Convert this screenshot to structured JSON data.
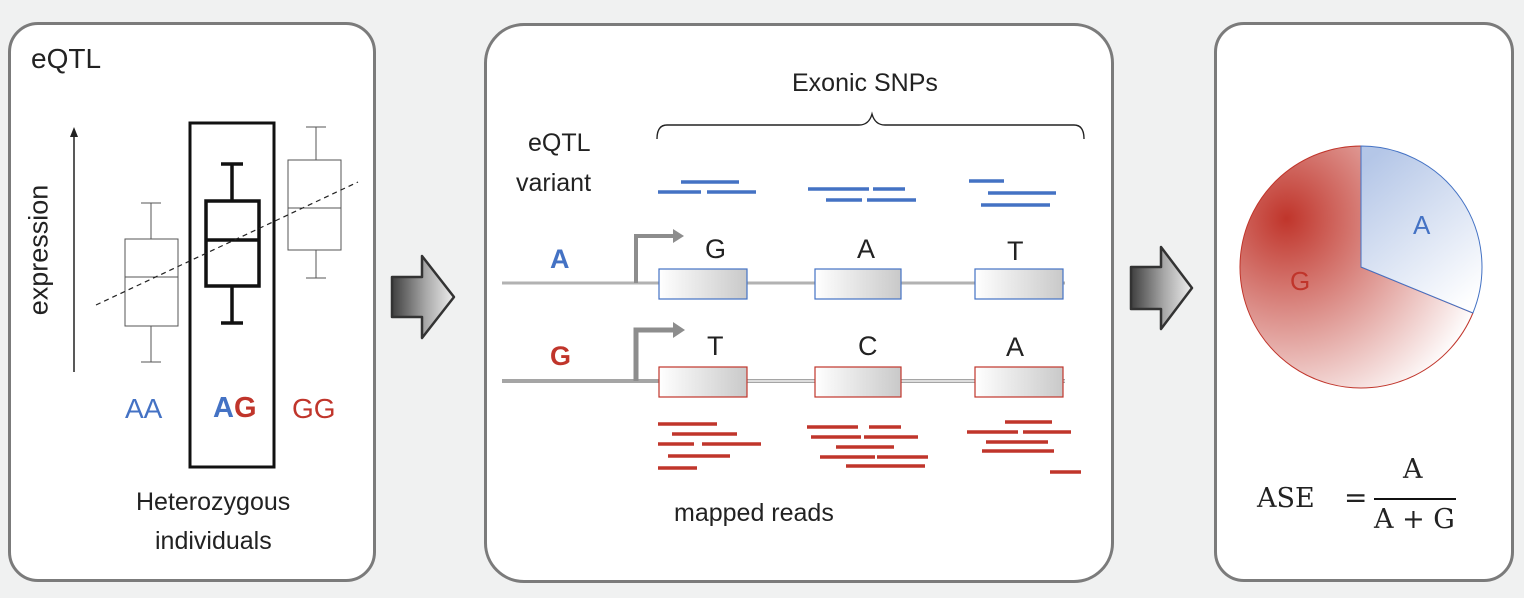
{
  "colors": {
    "allele_a": "#4472c4",
    "allele_g": "#c0352b",
    "panel_border": "#7b7b7b",
    "background": "#f0f1f1"
  },
  "eqtl_panel": {
    "title": "eQTL",
    "y_axis_label": "expression",
    "genotypes": [
      {
        "label": "AA",
        "color": "blue"
      },
      {
        "label_parts": [
          "A",
          "G"
        ],
        "highlighted": true
      },
      {
        "label": "GG",
        "color": "red"
      }
    ],
    "highlight_caption_line1": "Heterozygous",
    "highlight_caption_line2": "individuals"
  },
  "reads_panel": {
    "exonic_snps_label": "Exonic SNPs",
    "variant_label_line1": "eQTL",
    "variant_label_line2": "variant",
    "haplotypes": [
      {
        "allele": "A",
        "color": "blue",
        "snps": [
          "G",
          "A",
          "T"
        ]
      },
      {
        "allele": "G",
        "color": "red",
        "snps": [
          "T",
          "C",
          "A"
        ]
      }
    ],
    "mapped_reads_label": "mapped reads"
  },
  "ase_panel": {
    "pie": {
      "slices": [
        {
          "label": "A",
          "fraction": 0.33,
          "color": "#4472c4"
        },
        {
          "label": "G",
          "fraction": 0.67,
          "color": "#c0352b"
        }
      ]
    },
    "formula": {
      "lhs": "ASE",
      "equals": "=",
      "numerator": "A",
      "denominator": "A + G"
    }
  },
  "arrows": [
    {
      "name": "arrow-eqtl-to-reads",
      "icon": "right-arrow-icon"
    },
    {
      "name": "arrow-reads-to-ase",
      "icon": "right-arrow-icon"
    }
  ]
}
